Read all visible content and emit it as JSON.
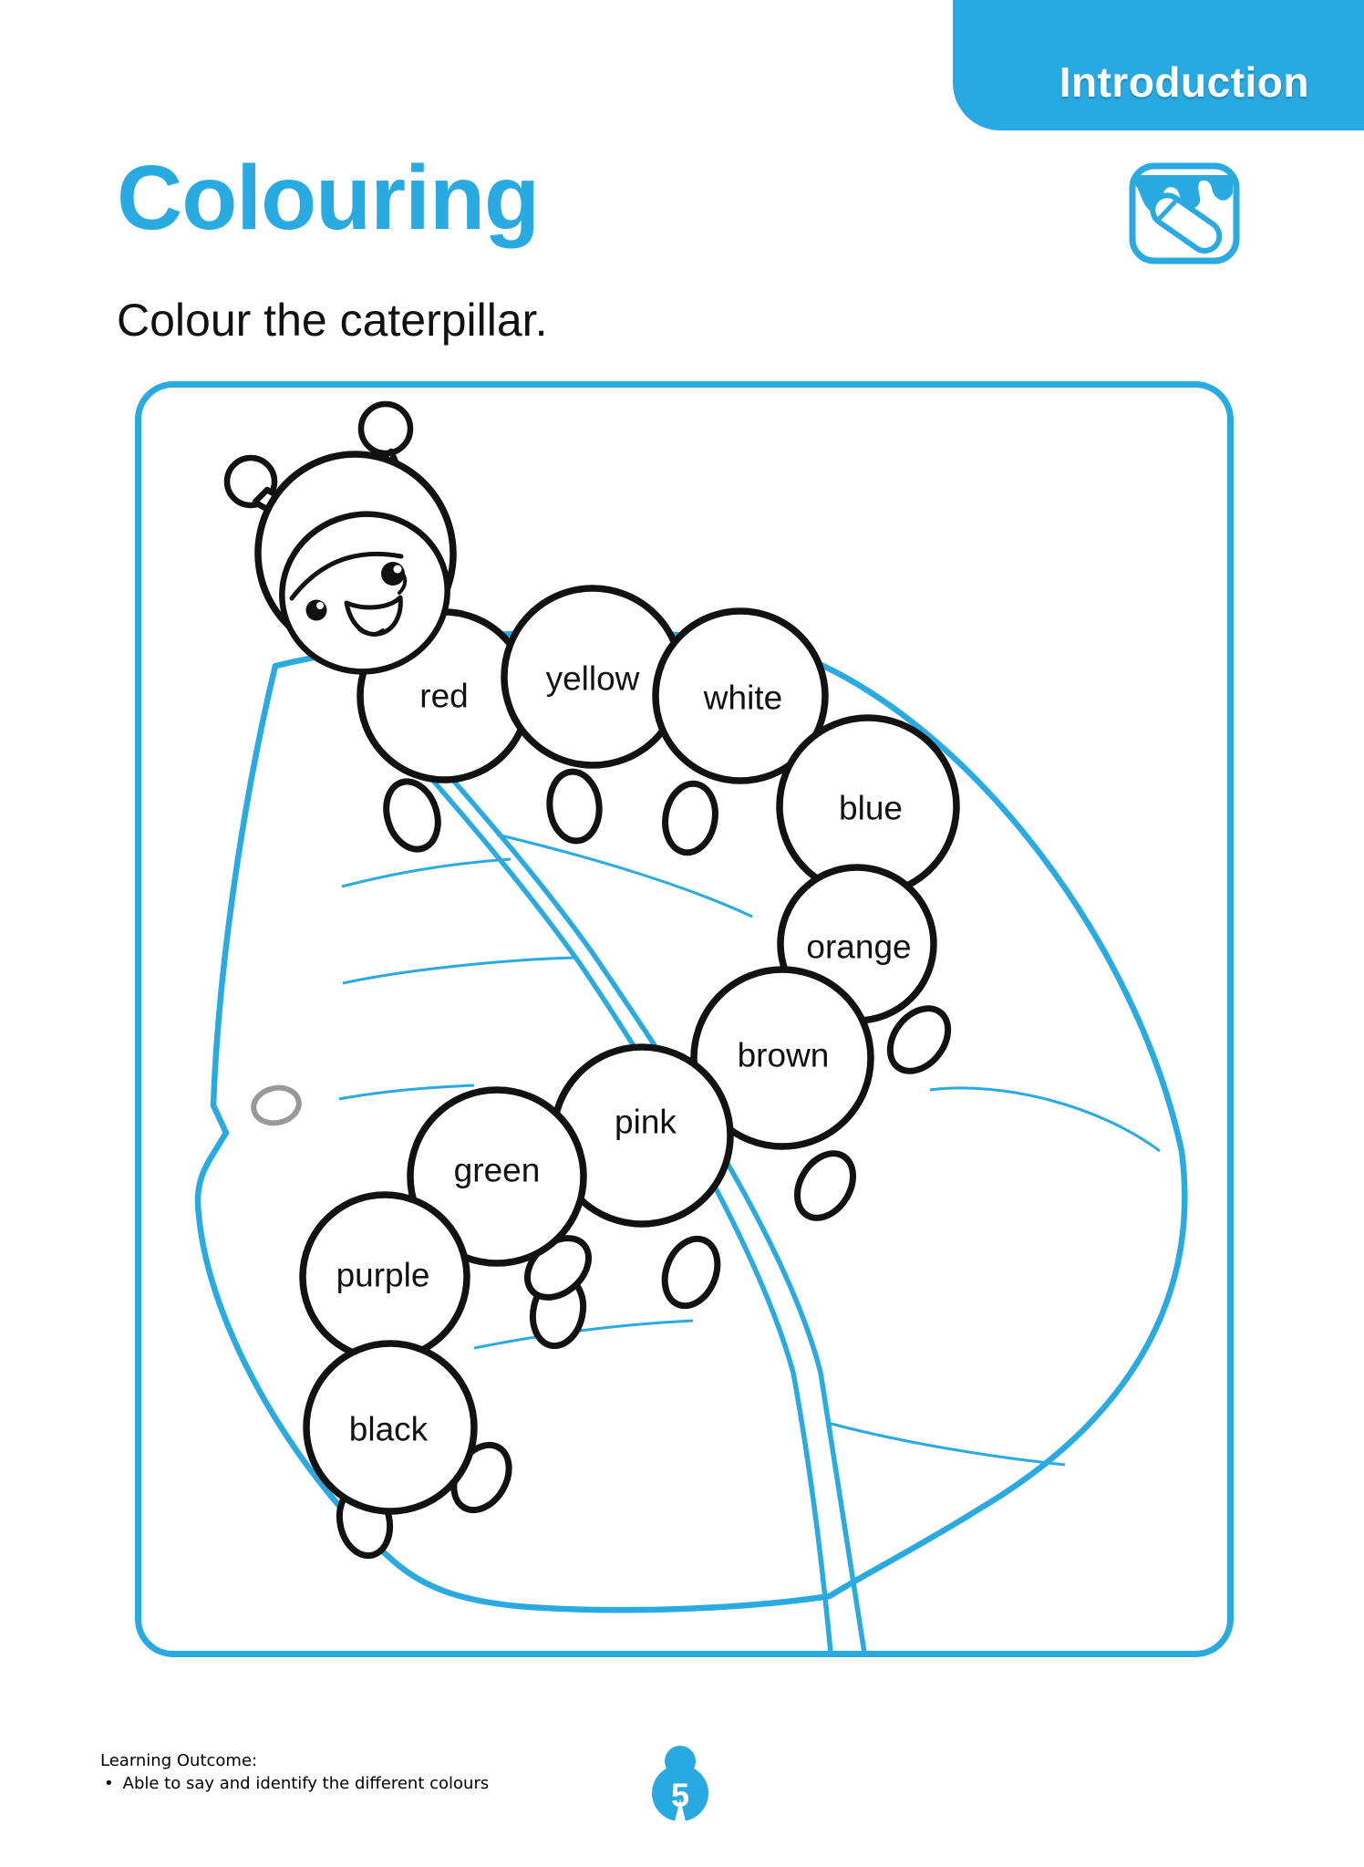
{
  "header": {
    "tab_label": "Introduction"
  },
  "page": {
    "title": "Colouring",
    "instruction": "Colour the caterpillar.",
    "accent_color": "#29ABE2",
    "stripe_light": "#6CCEF5",
    "stripe_dark": "#29A9E1"
  },
  "activity": {
    "labels": [
      "red",
      "yellow",
      "white",
      "blue",
      "orange",
      "brown",
      "pink",
      "green",
      "purple",
      "black"
    ]
  },
  "icons": {
    "crayon": "crayon-paint-icon"
  },
  "footer": {
    "learning_outcome_heading": "Learning Outcome:",
    "bullet": "•",
    "learning_outcome_item": "Able to say and identify the different colours",
    "page_number": "5"
  }
}
